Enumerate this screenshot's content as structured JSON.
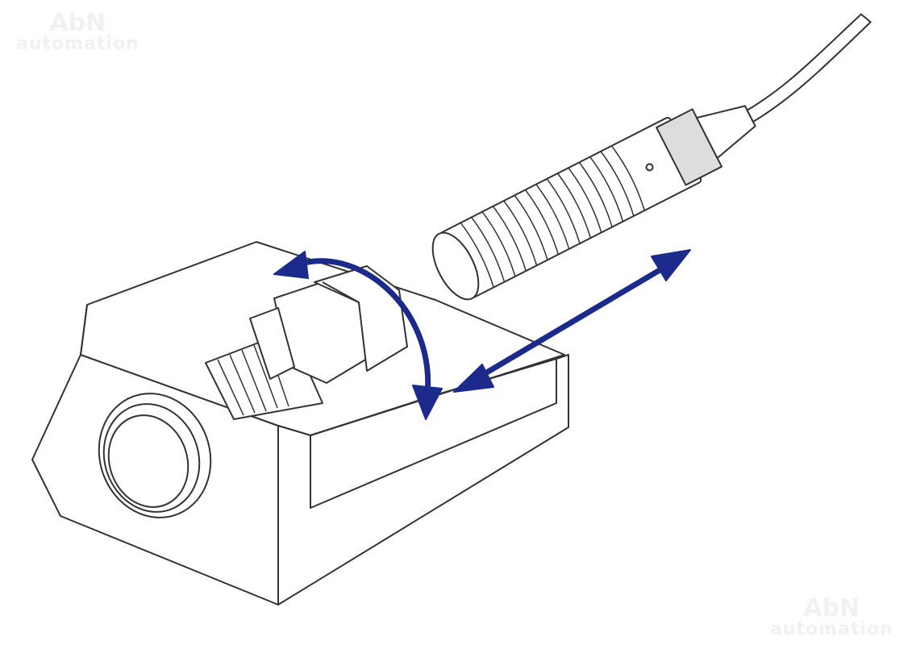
{
  "watermarks": [
    {
      "brand": "AbN",
      "sub": "automation"
    },
    {
      "brand": "AbN",
      "sub": "automation"
    }
  ],
  "colors": {
    "line": "#333333",
    "arrow": "#1c2a8c",
    "fill": "#ffffff"
  }
}
